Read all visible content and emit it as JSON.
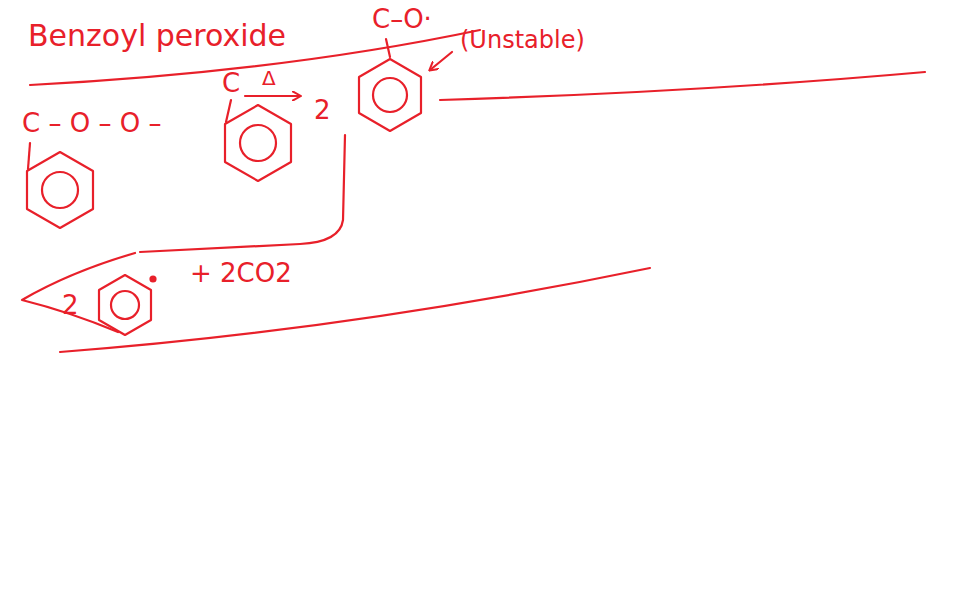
{
  "diagram": {
    "title": "Benzoyl peroxide",
    "labels": [
      "C – O – O –",
      "C",
      "Δ",
      "2",
      "C–O·",
      "(Unstable)",
      "2",
      "+ 2CO2"
    ]
  }
}
